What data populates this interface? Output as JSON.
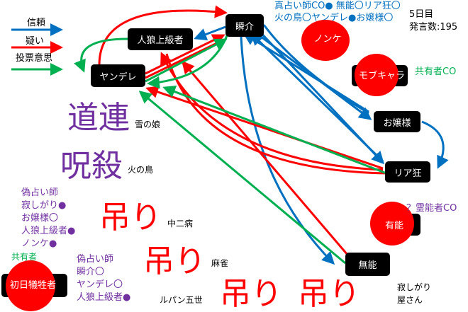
{
  "legend": {
    "trust": "信頼",
    "doubt": "疑い",
    "vote": "投票意思",
    "colors": {
      "trust": "#0070c0",
      "doubt": "#ff0000",
      "vote": "#00b050"
    }
  },
  "header": {
    "seer_result_1": "真占い師CO● 無能〇リア狂〇",
    "seer_result_2": "火の鳥〇ヤンデレ●お嬢様〇",
    "day": "5日目",
    "post_count": "発言数:195"
  },
  "nodes": {
    "shunsuke": "瞬介",
    "werewolf_senior": "人狼上級者",
    "yandere": "ヤンデレ",
    "nonke": "ノンケ",
    "mob": "モブキャラ",
    "ojousama": "お嬢様",
    "riajuu": "リア狂",
    "yuunou": "有能",
    "munou": "無能",
    "first_victim": "初日犠牲者"
  },
  "annotations": {
    "mob_co": "共有者CO",
    "yuunou_co": "？霊能者CO",
    "first_victim_role": "共有者"
  },
  "big_labels": {
    "michizure": "道連",
    "jusatsu": "呪殺",
    "hang": "吊り"
  },
  "dead_names": {
    "yuki": "雪の娘",
    "hinotori": "火の鳥",
    "chuuni": "中二病",
    "mahjong": "麻雀",
    "lupin": "ルパン五世",
    "sabishigari_1": "寂しがり",
    "sabishigari_2": "屋さん"
  },
  "fake_seer_1": [
    "偽占い師",
    "寂しがり●",
    "お嬢様〇",
    "人狼上級者●",
    "ノンケ●"
  ],
  "fake_seer_2": [
    "偽占い師",
    "瞬介〇",
    "ヤンデレ〇",
    "人狼上級者●"
  ]
}
